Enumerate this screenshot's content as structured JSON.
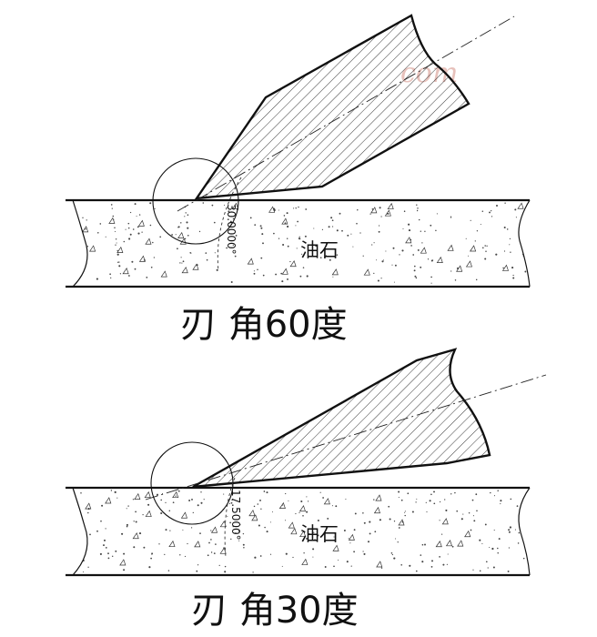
{
  "watermark": "com",
  "panels": [
    {
      "id": "top",
      "stone_label": "油石",
      "dimension_label": "30.0000°",
      "caption": "刃 角60度"
    },
    {
      "id": "bottom",
      "stone_label": "油石",
      "dimension_label": "17.5000°",
      "caption": "刃 角30度"
    }
  ]
}
